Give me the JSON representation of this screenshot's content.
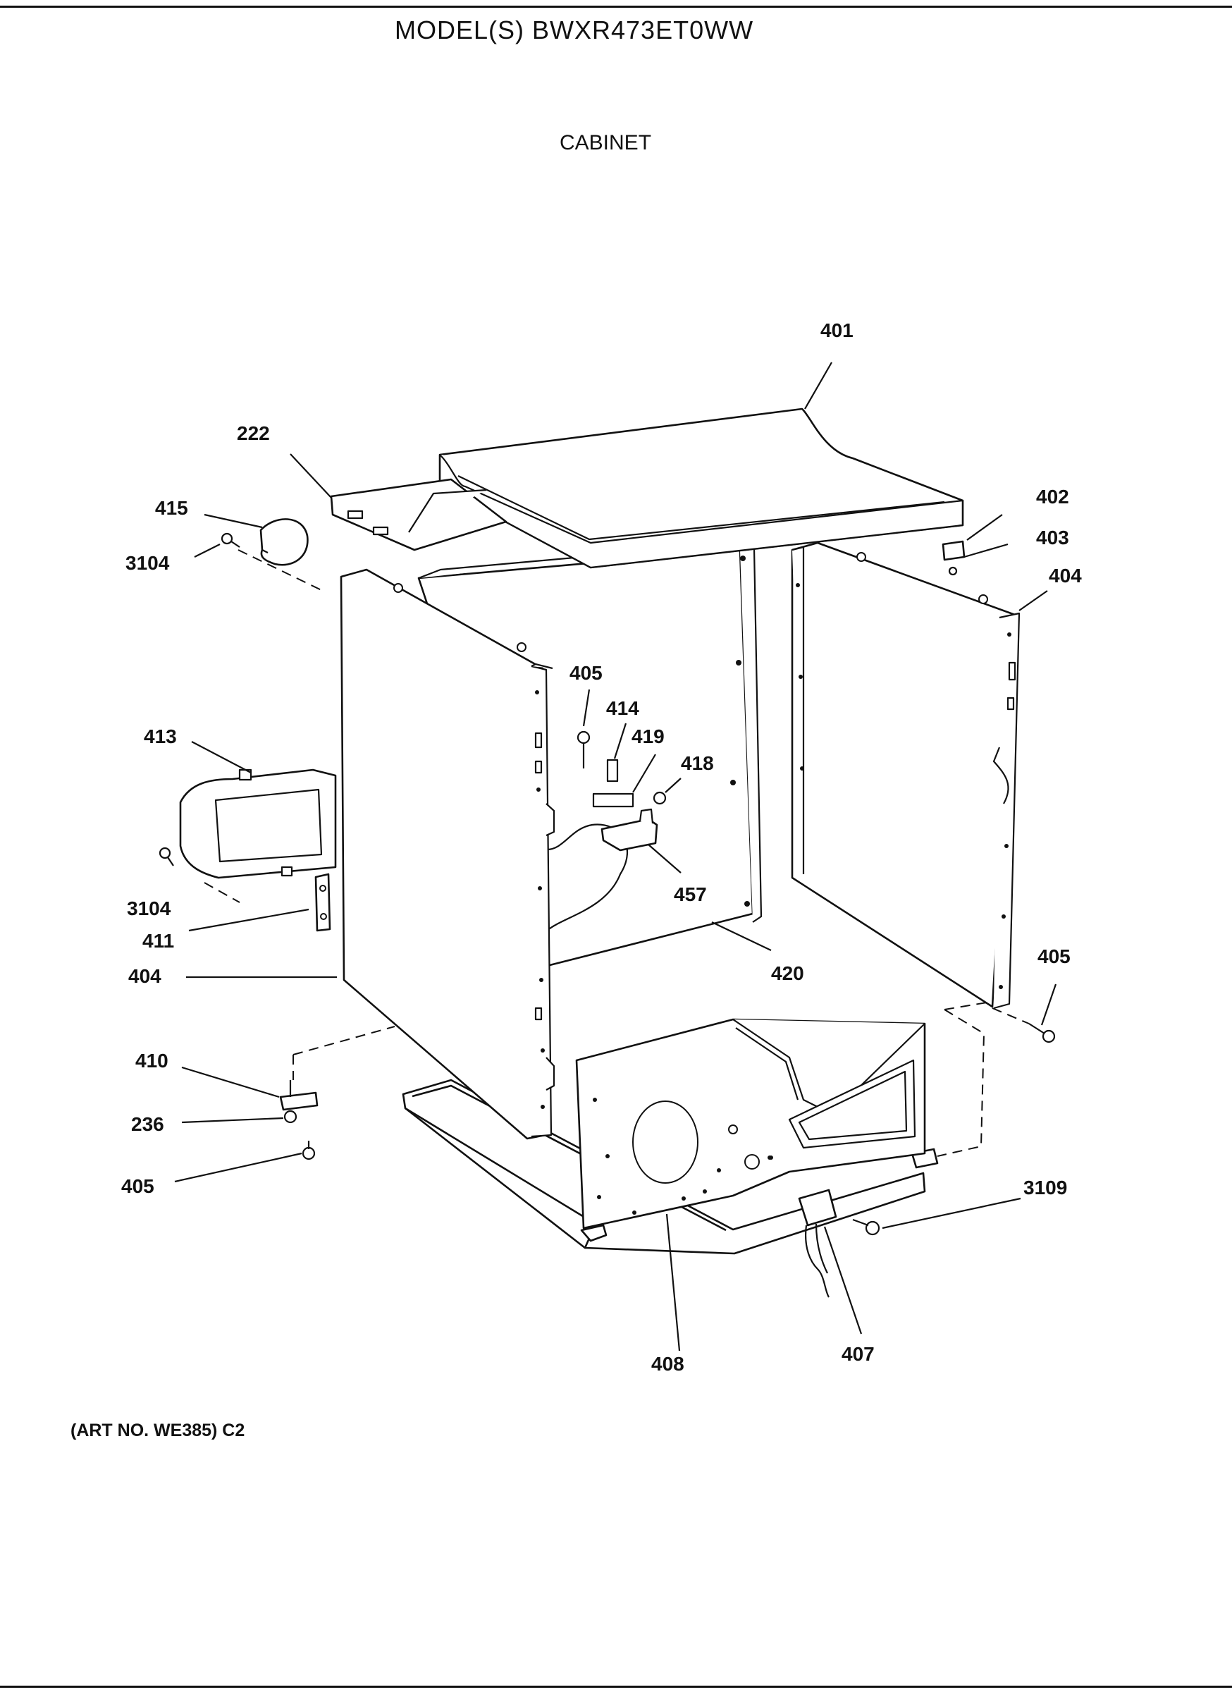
{
  "header": {
    "model_title": "MODEL(S) BWXR473ET0WW",
    "section_title": "CABINET"
  },
  "footer": {
    "art_no": "(ART NO. WE385) C2"
  },
  "callouts": {
    "c401": "401",
    "c222": "222",
    "c415": "415",
    "c3104_top": "3104",
    "c402": "402",
    "c403": "403",
    "c404_right": "404",
    "c405_mid": "405",
    "c414": "414",
    "c419": "419",
    "c418": "418",
    "c413": "413",
    "c457": "457",
    "c3104_mid": "3104",
    "c411": "411",
    "c404_left": "404",
    "c420": "420",
    "c405_right": "405",
    "c410": "410",
    "c236": "236",
    "c405_bottom": "405",
    "c3109": "3109",
    "c408": "408",
    "c407": "407"
  }
}
